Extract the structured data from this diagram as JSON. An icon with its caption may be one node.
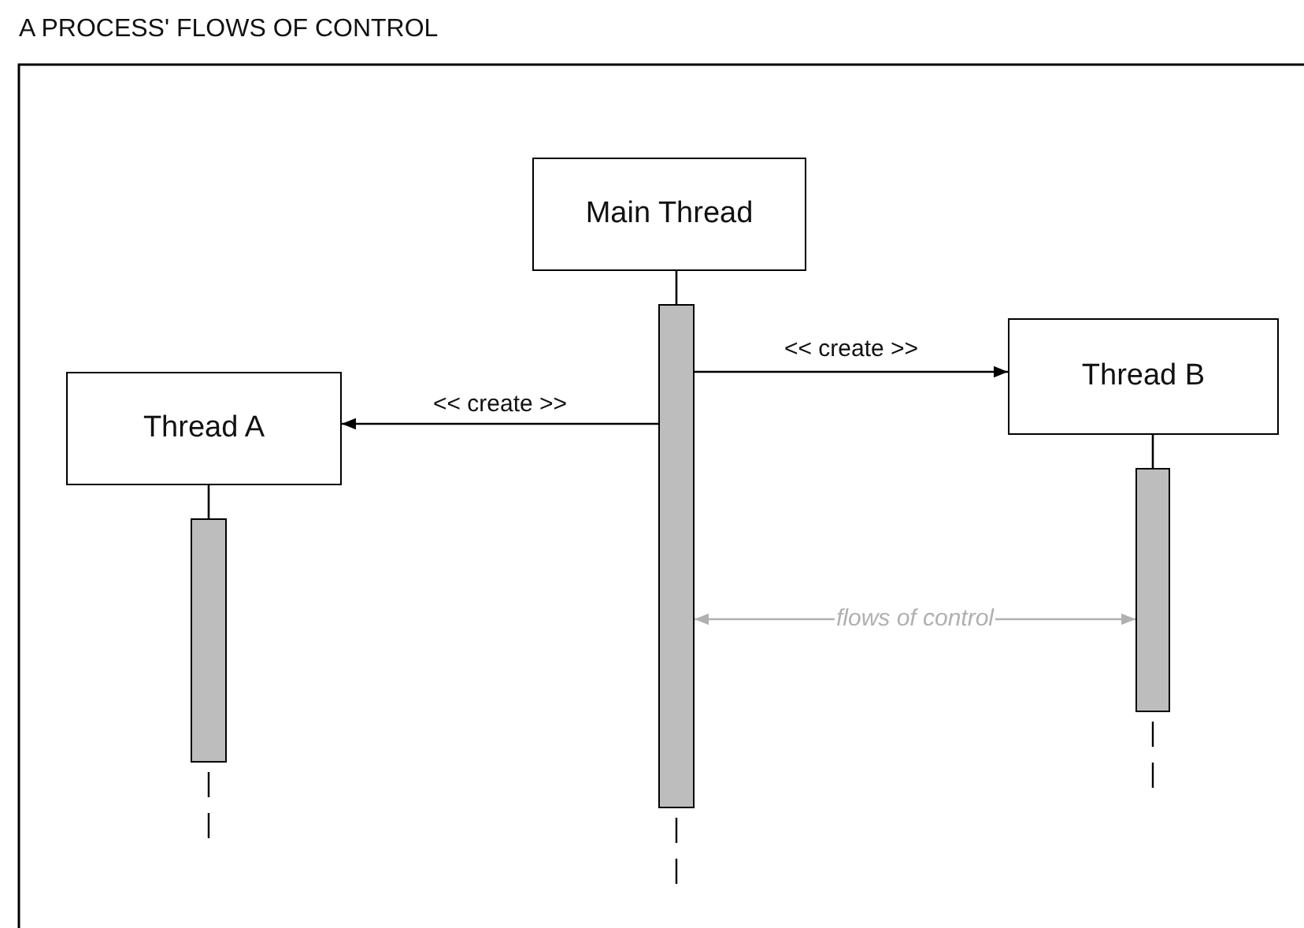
{
  "diagram": {
    "title": "A PROCESS' FLOWS OF CONTROL",
    "nodes": [
      {
        "text": [
          "Main Thread"
        ]
      },
      {
        "text": [
          "Thread A"
        ]
      },
      {
        "text": [
          "Thread B"
        ]
      },
      {
        "text": [],
        "shape": "bar"
      },
      {
        "text": [],
        "shape": "bar"
      },
      {
        "text": [],
        "shape": "bar"
      }
    ],
    "edges": [
      {
        "from": 4,
        "to": 1,
        "arrow": "to",
        "label": "<< create >>"
      },
      {
        "from": 4,
        "to": 2,
        "arrow": "to",
        "label": "<< create >>"
      },
      {
        "from": 4,
        "to": 5,
        "arrow": "both",
        "label": "flows of control",
        "color": "#b0b0b0"
      },
      {
        "from": 0,
        "to": 4,
        "arrow": "none"
      },
      {
        "from": 1,
        "to": 3,
        "arrow": "none"
      },
      {
        "from": 2,
        "to": 5,
        "arrow": "none"
      }
    ]
  }
}
